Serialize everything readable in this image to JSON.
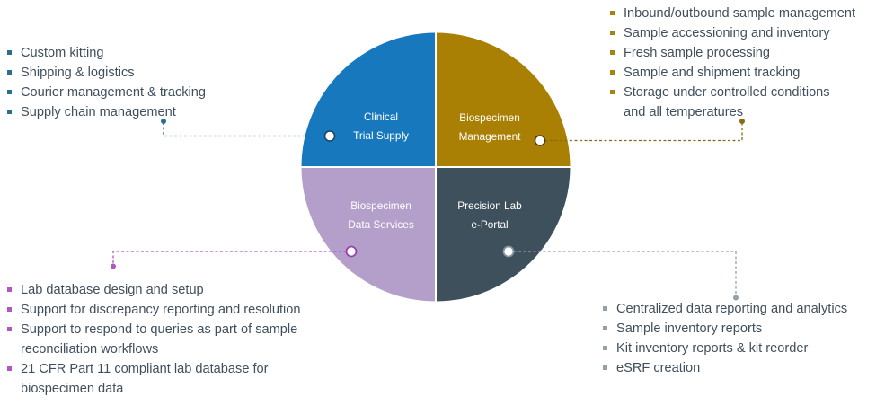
{
  "colors": {
    "clinical": "#1778be",
    "biospecimen": "#a98004",
    "dataservices": "#b49fcb",
    "portal": "#3e505c",
    "connector_clinical": "#2a6f8f",
    "connector_biospecimen": "#8a6a10",
    "connector_dataservices": "#b157c4",
    "connector_portal": "#93a1ad"
  },
  "quadrants": {
    "clinical": {
      "line1": "Clinical",
      "line2": "Trial Supply"
    },
    "biospecimen": {
      "line1": "Biospecimen",
      "line2": "Management"
    },
    "dataservices": {
      "line1": "Biospecimen",
      "line2": "Data Services"
    },
    "portal": {
      "line1": "Precision Lab",
      "line2": "e-Portal"
    }
  },
  "lists": {
    "clinical": [
      "Custom kitting",
      "Shipping & logistics",
      "Courier management & tracking",
      "Supply chain management"
    ],
    "biospecimen": [
      {
        "line1": "Inbound/outbound sample management"
      },
      {
        "line1": "Sample accessioning and inventory"
      },
      {
        "line1": "Fresh sample processing"
      },
      {
        "line1": "Sample and shipment tracking"
      },
      {
        "line1": "Storage under controlled conditions",
        "line2": "and all temperatures"
      }
    ],
    "dataservices": [
      {
        "line1": "Lab database design and setup"
      },
      {
        "line1": "Support for discrepancy reporting and resolution"
      },
      {
        "line1": "Support to respond to queries as part of sample",
        "line2": "reconciliation workflows"
      },
      {
        "line1": "21 CFR Part 11 compliant lab database for",
        "line2": "biospecimen data"
      }
    ],
    "portal": [
      "Centralized data reporting and analytics",
      "Sample inventory reports",
      "Kit inventory reports & kit reorder",
      "eSRF creation"
    ]
  }
}
